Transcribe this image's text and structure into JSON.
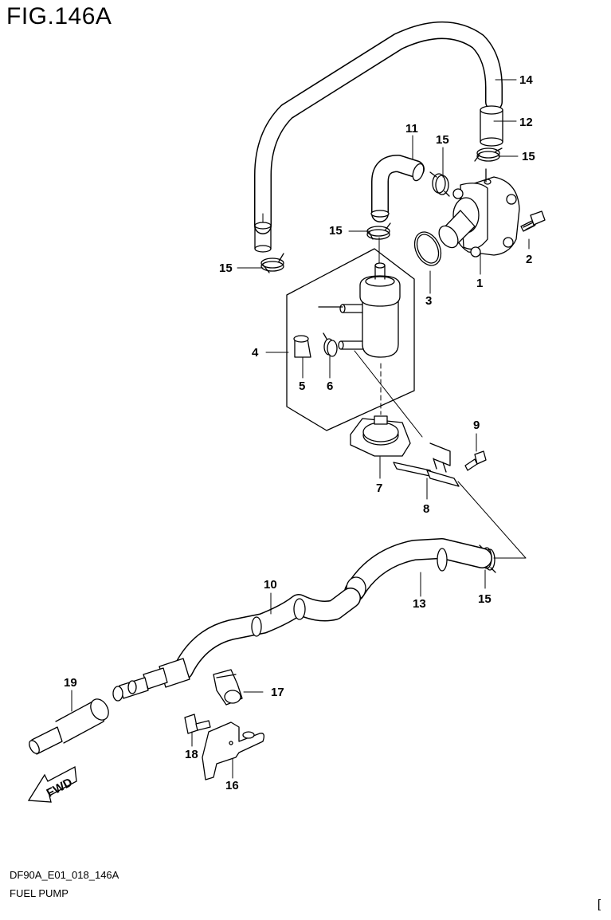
{
  "figure_title": "FIG.146A",
  "footer": {
    "code": "DF90A_E01_018_146A",
    "name": "FUEL PUMP",
    "corner_mark": "["
  },
  "fwd_label": "FWD",
  "callouts": {
    "c1": "1",
    "c2": "2",
    "c3": "3",
    "c4": "4",
    "c5": "5",
    "c6": "6",
    "c7": "7",
    "c8": "8",
    "c9": "9",
    "c10": "10",
    "c11": "11",
    "c12": "12",
    "c13": "13",
    "c14": "14",
    "c15a": "15",
    "c15b": "15",
    "c15c": "15",
    "c15d": "15",
    "c15e": "15",
    "c16": "16",
    "c17": "17",
    "c18": "18",
    "c19": "19"
  },
  "colors": {
    "line": "#000000",
    "fill": "#ffffff"
  }
}
